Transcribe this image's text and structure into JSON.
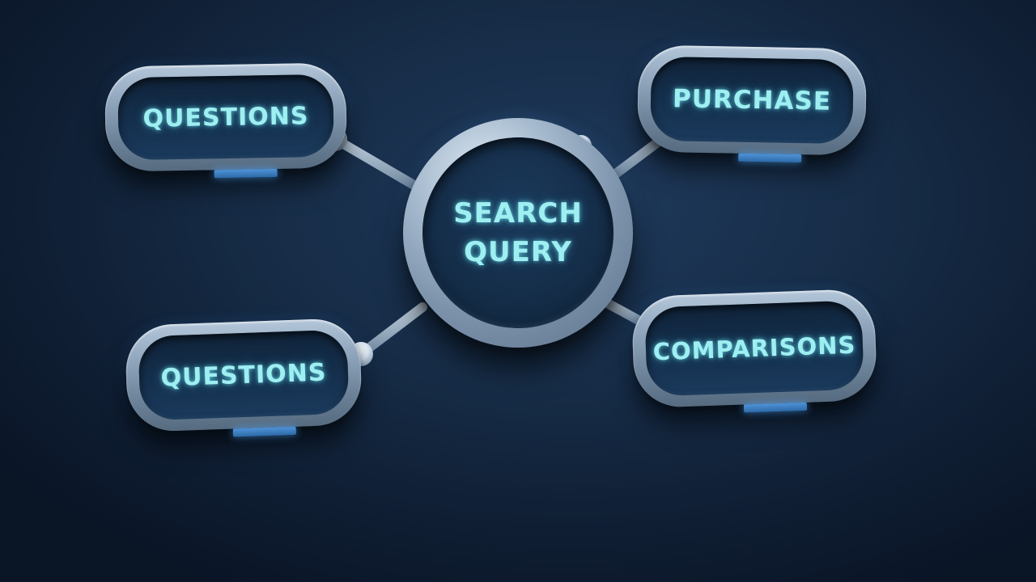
{
  "diagram": {
    "center": {
      "line1": "SEARCH",
      "line2": "QUERY"
    },
    "nodes": {
      "top_left": "QUESTIONS",
      "bottom_left": "QUESTIONS",
      "top_right": "PURCHASE",
      "bottom_right": "COMPARISONS"
    }
  },
  "colors": {
    "background": "#172d48",
    "label_glow": "#9feff2",
    "frame_metal": "#8ea4bb",
    "accent_blue": "#4f93d8"
  }
}
